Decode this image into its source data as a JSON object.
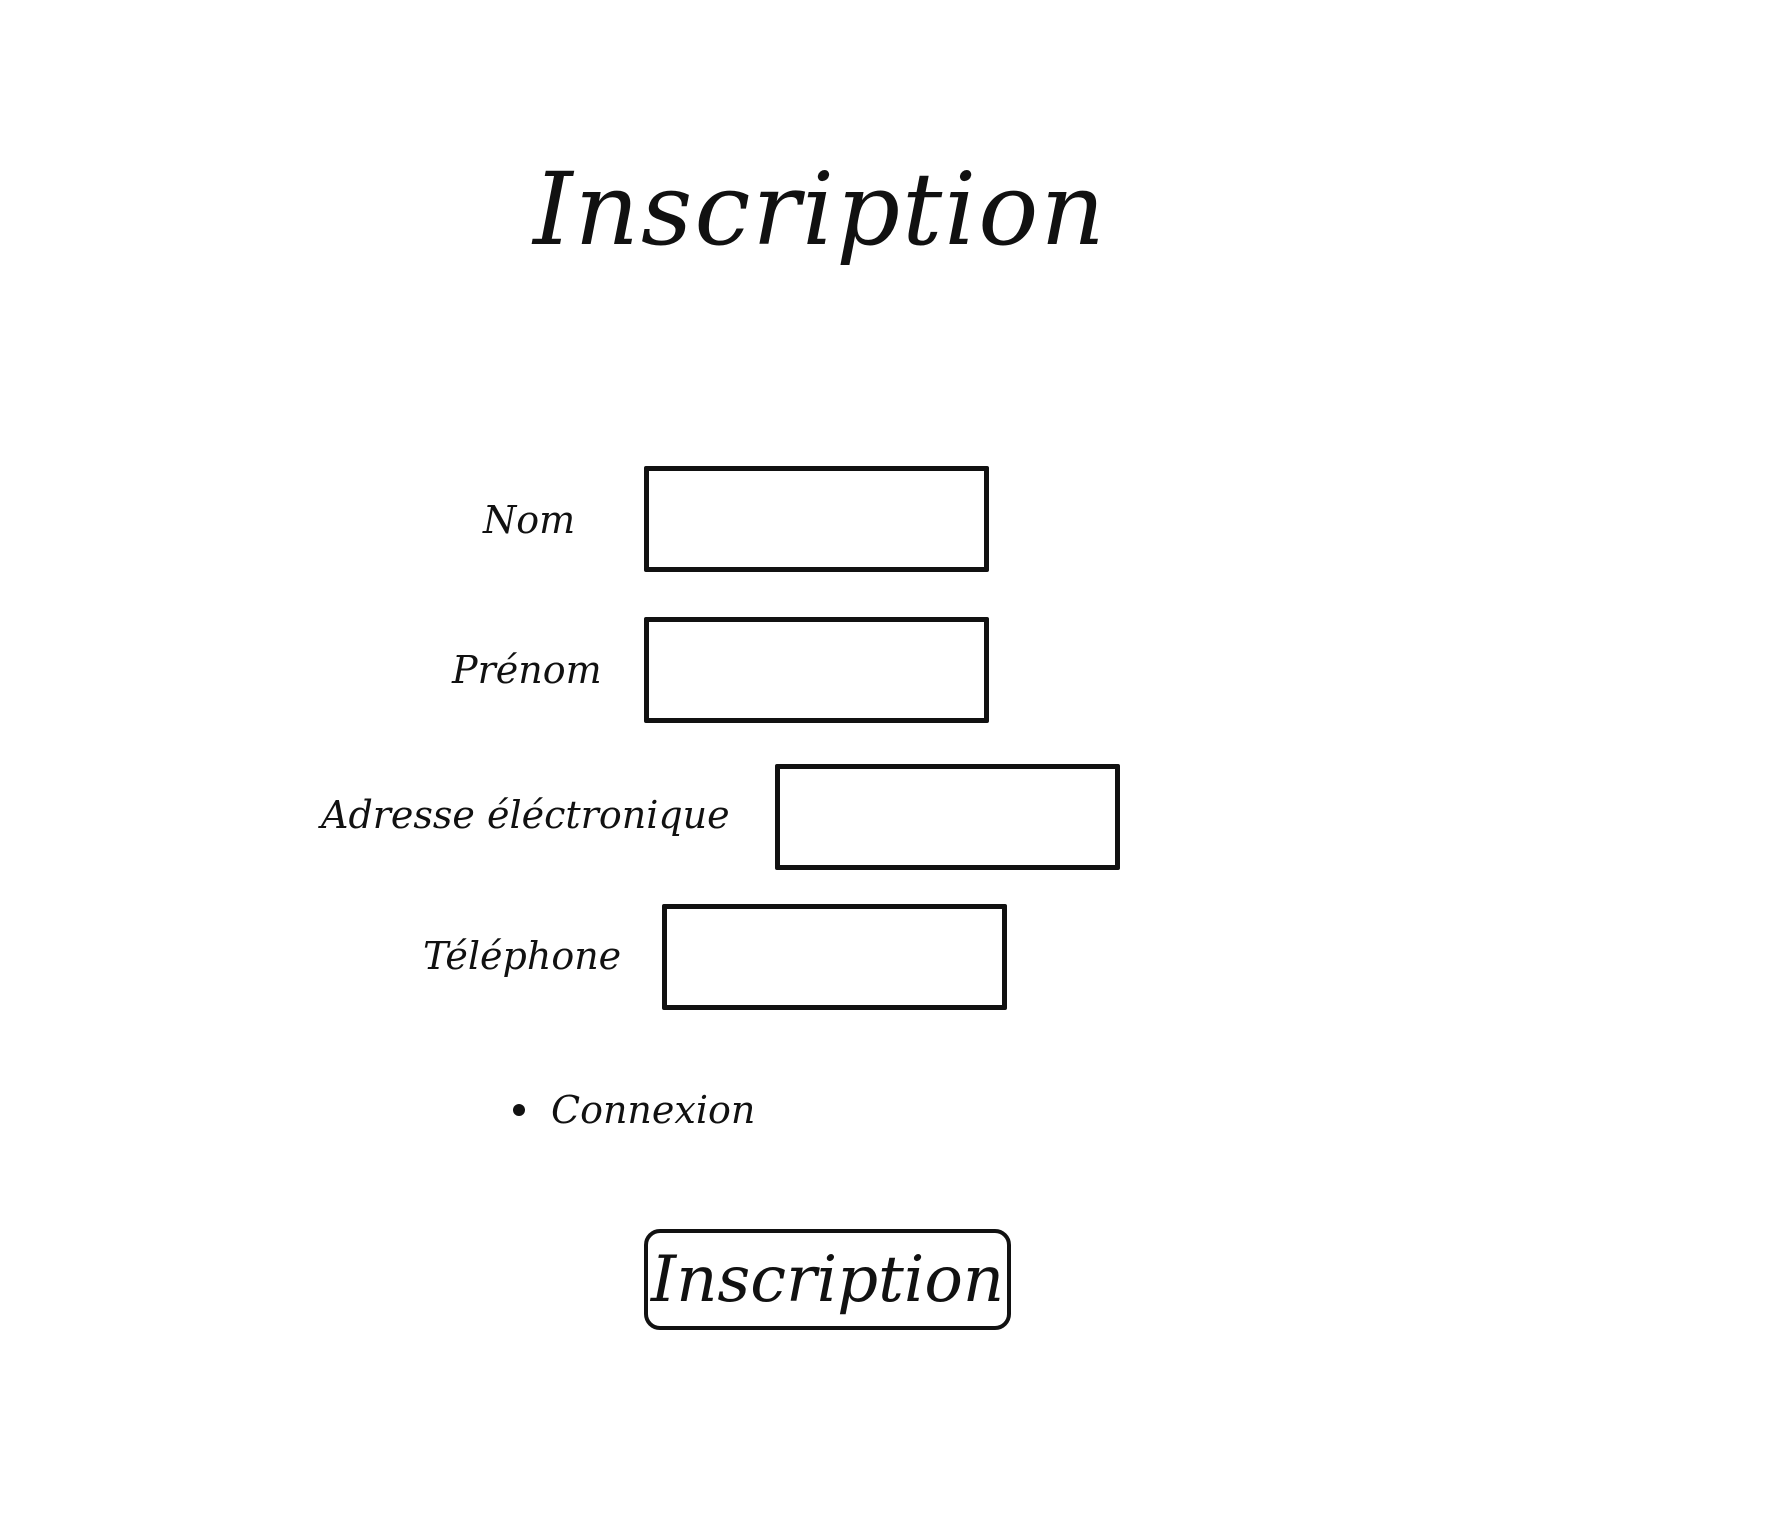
{
  "page": {
    "title": "Inscription"
  },
  "form": {
    "fields": [
      {
        "label": "Nom",
        "value": ""
      },
      {
        "label": "Prénom",
        "value": ""
      },
      {
        "label": "Adresse éléctronique",
        "value": ""
      },
      {
        "label": "Téléphone",
        "value": ""
      }
    ],
    "links": [
      {
        "label": "Connexion"
      }
    ],
    "submit_label": "Inscription"
  }
}
